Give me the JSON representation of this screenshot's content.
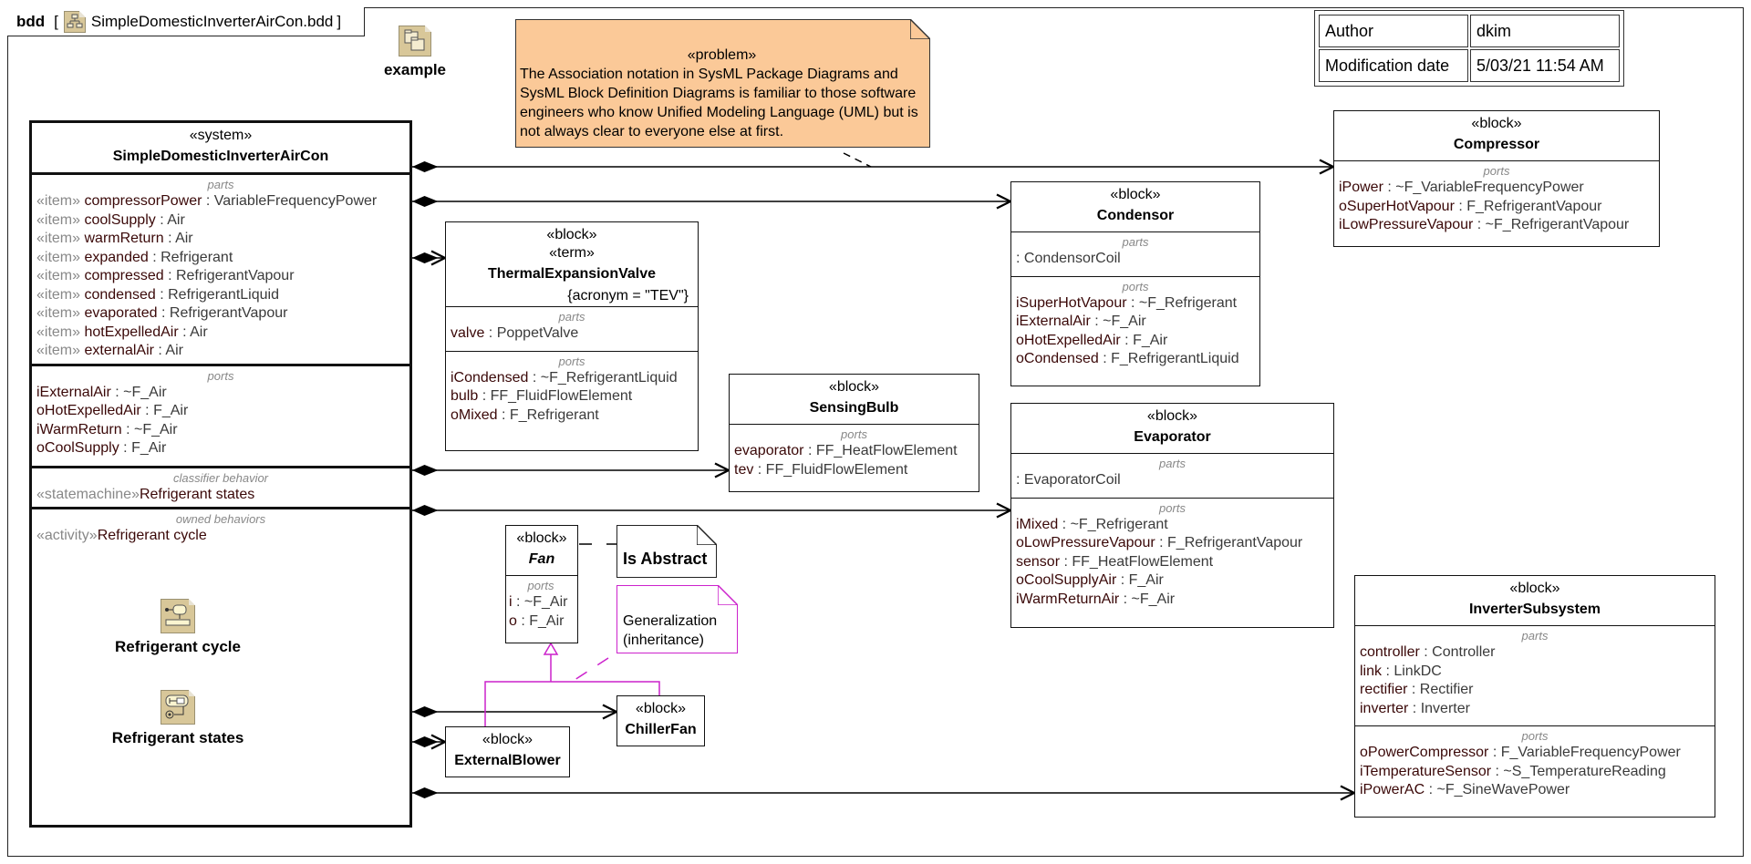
{
  "frame": {
    "kind": "bdd",
    "diagram_name": "SimpleDomesticInverterAirCon.bdd",
    "icon": "bdd-diagram-icon"
  },
  "package": {
    "label": "example",
    "icon": "package-icon"
  },
  "info_table": {
    "rows": [
      {
        "key": "Author",
        "value": "dkim"
      },
      {
        "key": "Modification date",
        "value": "5/03/21 11:54 AM"
      }
    ]
  },
  "problem_note": {
    "stereotype": "«problem»",
    "text": "The Association notation in SysML Package Diagrams and SysML Block Definition Diagrams is familiar to those software engineers who know Unified Modeling Language (UML) but is not always clear to everyone else at first.",
    "color": "#fbc998"
  },
  "system": {
    "stereotype": "«system»",
    "name": "SimpleDomesticInverterAirCon",
    "parts_title": "parts",
    "parts": [
      {
        "kw": "«item»",
        "name": "compressorPower",
        "type": " : VariableFrequencyPower"
      },
      {
        "kw": "«item»",
        "name": "coolSupply",
        "type": " : Air"
      },
      {
        "kw": "«item»",
        "name": "warmReturn",
        "type": " : Air"
      },
      {
        "kw": "«item»",
        "name": "expanded",
        "type": " : Refrigerant"
      },
      {
        "kw": "«item»",
        "name": "compressed",
        "type": " : RefrigerantVapour"
      },
      {
        "kw": "«item»",
        "name": "condensed",
        "type": " : RefrigerantLiquid"
      },
      {
        "kw": "«item»",
        "name": "evaporated",
        "type": " : RefrigerantVapour"
      },
      {
        "kw": "«item»",
        "name": "hotExpelledAir",
        "type": " : Air"
      },
      {
        "kw": "«item»",
        "name": "externalAir",
        "type": " : Air"
      }
    ],
    "ports_title": "ports",
    "ports": [
      {
        "name": "iExternalAir",
        "type": " : ~F_Air"
      },
      {
        "name": "oHotExpelledAir",
        "type": " : F_Air"
      },
      {
        "name": "iWarmReturn",
        "type": " : ~F_Air"
      },
      {
        "name": "oCoolSupply",
        "type": " : F_Air"
      }
    ],
    "classifier_title": "classifier behavior",
    "classifier": {
      "kw": "«statemachine»",
      "name": "Refrigerant states"
    },
    "owned_title": "owned behaviors",
    "owned": {
      "kw": "«activity»",
      "name": "Refrigerant cycle"
    },
    "activity_shape_label": "Refrigerant cycle",
    "statemachine_shape_label": "Refrigerant states"
  },
  "blocks": {
    "compressor": {
      "stereotype": "«block»",
      "name": "Compressor",
      "ports_title": "ports",
      "ports": [
        {
          "name": "iPower",
          "type": " : ~F_VariableFrequencyPower"
        },
        {
          "name": "oSuperHotVapour",
          "type": " : F_RefrigerantVapour"
        },
        {
          "name": "iLowPressureVapour",
          "type": " : ~F_RefrigerantVapour"
        }
      ]
    },
    "condensor": {
      "stereotype": "«block»",
      "name": "Condensor",
      "parts_title": "parts",
      "parts": [
        {
          "name": "",
          "type": " : CondensorCoil"
        }
      ],
      "ports_title": "ports",
      "ports": [
        {
          "name": "iSuperHotVapour",
          "type": " : ~F_Refrigerant"
        },
        {
          "name": "iExternalAir",
          "type": " : ~F_Air"
        },
        {
          "name": "oHotExpelledAir",
          "type": " : F_Air"
        },
        {
          "name": "oCondensed",
          "type": " : F_RefrigerantLiquid"
        }
      ]
    },
    "tev": {
      "stereotype": "«block»",
      "stereotype2": "«term»",
      "name": "ThermalExpansionValve",
      "tag": "{acronym = \"TEV\"}",
      "parts_title": "parts",
      "parts": [
        {
          "name": "valve",
          "type": " : PoppetValve"
        }
      ],
      "ports_title": "ports",
      "ports": [
        {
          "name": "iCondensed",
          "type": " : ~F_RefrigerantLiquid"
        },
        {
          "name": "bulb",
          "type": " : FF_FluidFlowElement"
        },
        {
          "name": "oMixed",
          "type": " : F_Refrigerant"
        }
      ]
    },
    "sensingbulb": {
      "stereotype": "«block»",
      "name": "SensingBulb",
      "ports_title": "ports",
      "ports": [
        {
          "name": "evaporator",
          "type": " : FF_HeatFlowElement"
        },
        {
          "name": "tev",
          "type": " : FF_FluidFlowElement"
        }
      ]
    },
    "evaporator": {
      "stereotype": "«block»",
      "name": "Evaporator",
      "parts_title": "parts",
      "parts": [
        {
          "name": "",
          "type": " : EvaporatorCoil"
        }
      ],
      "ports_title": "ports",
      "ports": [
        {
          "name": "iMixed",
          "type": " : ~F_Refrigerant"
        },
        {
          "name": "oLowPressureVapour",
          "type": " : F_RefrigerantVapour"
        },
        {
          "name": "sensor",
          "type": " : FF_HeatFlowElement"
        },
        {
          "name": "oCoolSupplyAir",
          "type": " : F_Air"
        },
        {
          "name": "iWarmReturnAir",
          "type": " : ~F_Air"
        }
      ]
    },
    "fan": {
      "stereotype": "«block»",
      "name": "Fan",
      "ports_title": "ports",
      "ports": [
        {
          "name": "i",
          "type": " : ~F_Air"
        },
        {
          "name": "o",
          "type": " : F_Air"
        }
      ]
    },
    "chillerfan": {
      "stereotype": "«block»",
      "name": "ChillerFan"
    },
    "externalblower": {
      "stereotype": "«block»",
      "name": "ExternalBlower"
    },
    "inverter": {
      "stereotype": "«block»",
      "name": "InverterSubsystem",
      "parts_title": "parts",
      "parts": [
        {
          "name": "controller",
          "type": " : Controller"
        },
        {
          "name": "link",
          "type": " : LinkDC"
        },
        {
          "name": "rectifier",
          "type": " : Rectifier"
        },
        {
          "name": "inverter",
          "type": " : Inverter"
        }
      ],
      "ports_title": "ports",
      "ports": [
        {
          "name": "oPowerCompressor",
          "type": " : F_VariableFrequencyPower"
        },
        {
          "name": "iTemperatureSensor",
          "type": " : ~S_TemperatureReading"
        },
        {
          "name": "iPowerAC",
          "type": " : ~F_SineWavePower"
        }
      ]
    }
  },
  "notes": {
    "abstract": "Is Abstract",
    "generalization": "Generalization (inheritance)",
    "generalization_color": "#cc22cc"
  }
}
